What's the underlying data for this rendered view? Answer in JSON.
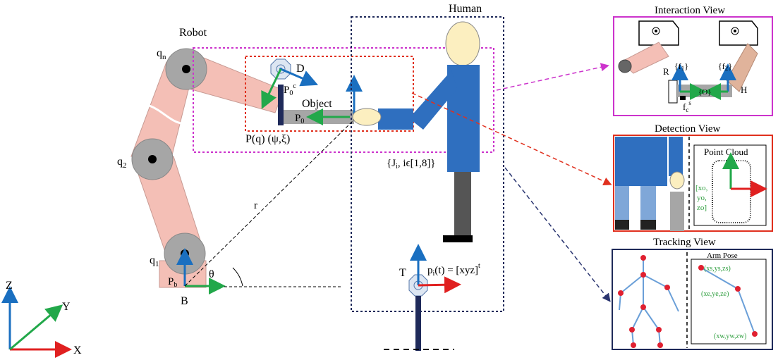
{
  "labels": {
    "robot": "Robot",
    "human": "Human",
    "qn": "q",
    "qn_sub": "n",
    "q2": "q",
    "q2_sub": "2",
    "q1": "q",
    "q1_sub": "1",
    "d": "D",
    "p0c": "P",
    "p0c_sub": "0",
    "p0c_sup": "c",
    "object": "Object",
    "p0": "P",
    "p0_sub": "0",
    "pq": "P(q) (ψ,ξ)",
    "ji": "{J",
    "ji_sub": "i",
    "ji_rest": ", iϵ[1,8]}",
    "r": "r",
    "theta": "θ",
    "pb": "P",
    "pb_sub": "b",
    "b": "B",
    "t": "T",
    "pit": "p",
    "pit_sub": "i",
    "pit_rest": "(t) = [xyz]",
    "pit_sup": "t",
    "axis_z": "Z",
    "axis_y": "Y",
    "axis_x": "X"
  },
  "interaction_view": {
    "title": "Interaction View",
    "r": "R",
    "h": "H",
    "f1": "{f",
    "f1_sub": "1",
    "f1_close": "}",
    "f2": "{f",
    "f2_sub": "2",
    "f2_close": "}",
    "o": "{O}",
    "fc": "f",
    "fc_sub": "c",
    "fc_sup": "s"
  },
  "detection_view": {
    "title": "Detection View",
    "point_cloud": "Point Cloud",
    "coords": [
      "[xo,",
      "yo,",
      "zo]"
    ]
  },
  "tracking_view": {
    "title": "Tracking View",
    "arm_pose": "Arm Pose",
    "pose_labels": [
      "(xs,ys,zs)",
      "(xe,ye,ze)",
      "(xw,yw,zw)"
    ]
  },
  "colors": {
    "robot_link": "#f4bfb6",
    "joint": "#a6a6a6",
    "human_shirt": "#2f6fbf",
    "magenta": "#cc33cc",
    "red_dotted": "#e0301e",
    "navy": "#1f2a5a",
    "green": "#22a84a",
    "blue": "#1a6fc0",
    "red": "#e02020"
  }
}
